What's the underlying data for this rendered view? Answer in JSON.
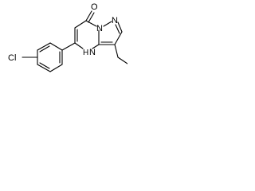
{
  "diagram": {
    "type": "chemical-structure",
    "atom_labels": {
      "oxygen": "O",
      "nitrogen_bridge": "N",
      "nitrogen_pyrazole": "N",
      "nh_group": "N",
      "nh_hydrogen": "H",
      "chlorine": "Cl"
    },
    "colors": {
      "bond": "#000000",
      "label": "#000000",
      "background": "#ffffff"
    }
  }
}
